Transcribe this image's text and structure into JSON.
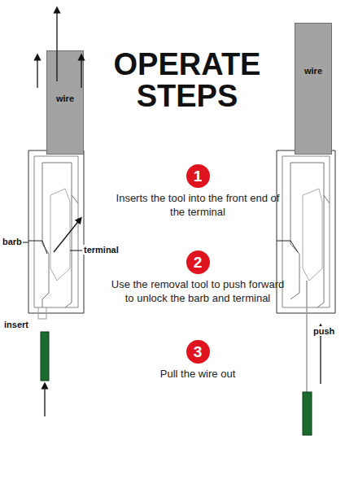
{
  "diagram": {
    "title": "OPERATE STEPS",
    "nodes": [
      {
        "text": [
          "wire"
        ]
      },
      {
        "text": [
          "wire"
        ]
      },
      {
        "text": [
          "1",
          "Inserts the tool into the front end of the terminal"
        ]
      },
      {
        "text": [
          "2",
          "Use the removal tool to push forward to unlock the barb and terminal"
        ]
      },
      {
        "text": [
          "3",
          "Pull the wire out"
        ]
      }
    ],
    "labels": [
      "barb",
      "terminal",
      "insert",
      "push"
    ]
  }
}
